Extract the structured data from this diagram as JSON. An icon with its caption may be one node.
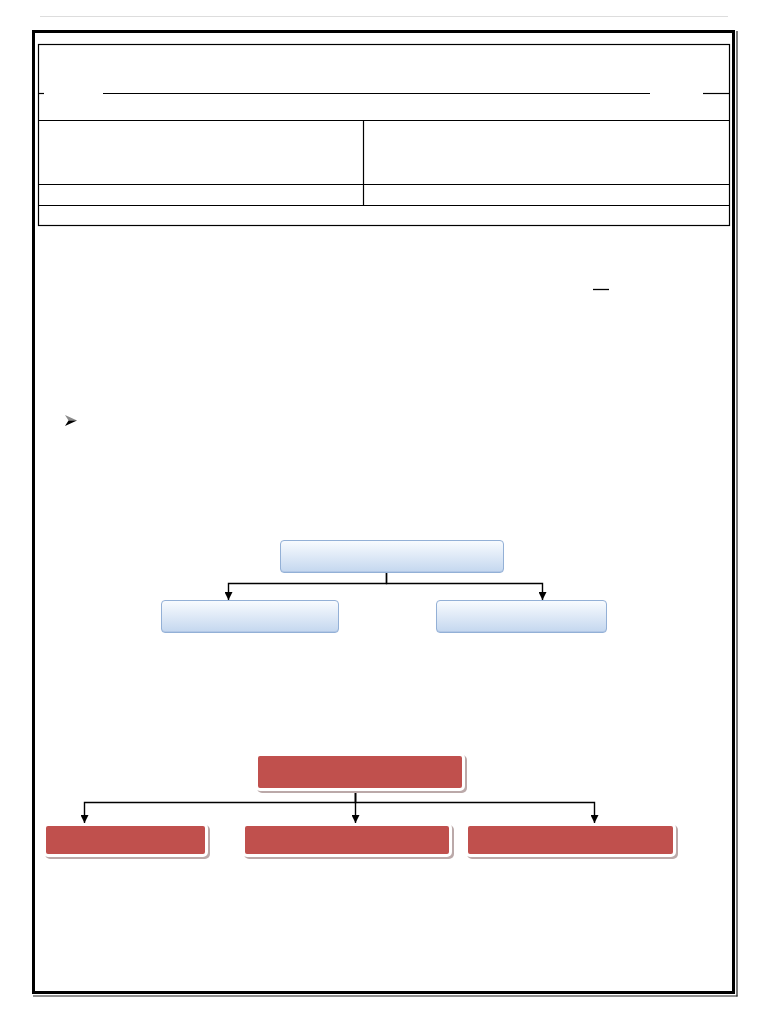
{
  "diagram": {
    "nodes": [
      {
        "text": [],
        "shape": "box"
      },
      {
        "text": [],
        "shape": "box"
      },
      {
        "text": [],
        "shape": "box"
      },
      {
        "text": [],
        "shape": "box"
      },
      {
        "text": [],
        "shape": "box"
      },
      {
        "text": [],
        "shape": "box"
      },
      {
        "text": [],
        "shape": "box"
      }
    ],
    "edges": [
      {
        "from": 0,
        "to": 1,
        "arrow": "to"
      },
      {
        "from": 0,
        "to": 2,
        "arrow": "to"
      },
      {
        "from": 3,
        "to": 4,
        "arrow": "to"
      },
      {
        "from": 3,
        "to": 5,
        "arrow": "to"
      },
      {
        "from": 3,
        "to": 6,
        "arrow": "to"
      }
    ]
  }
}
